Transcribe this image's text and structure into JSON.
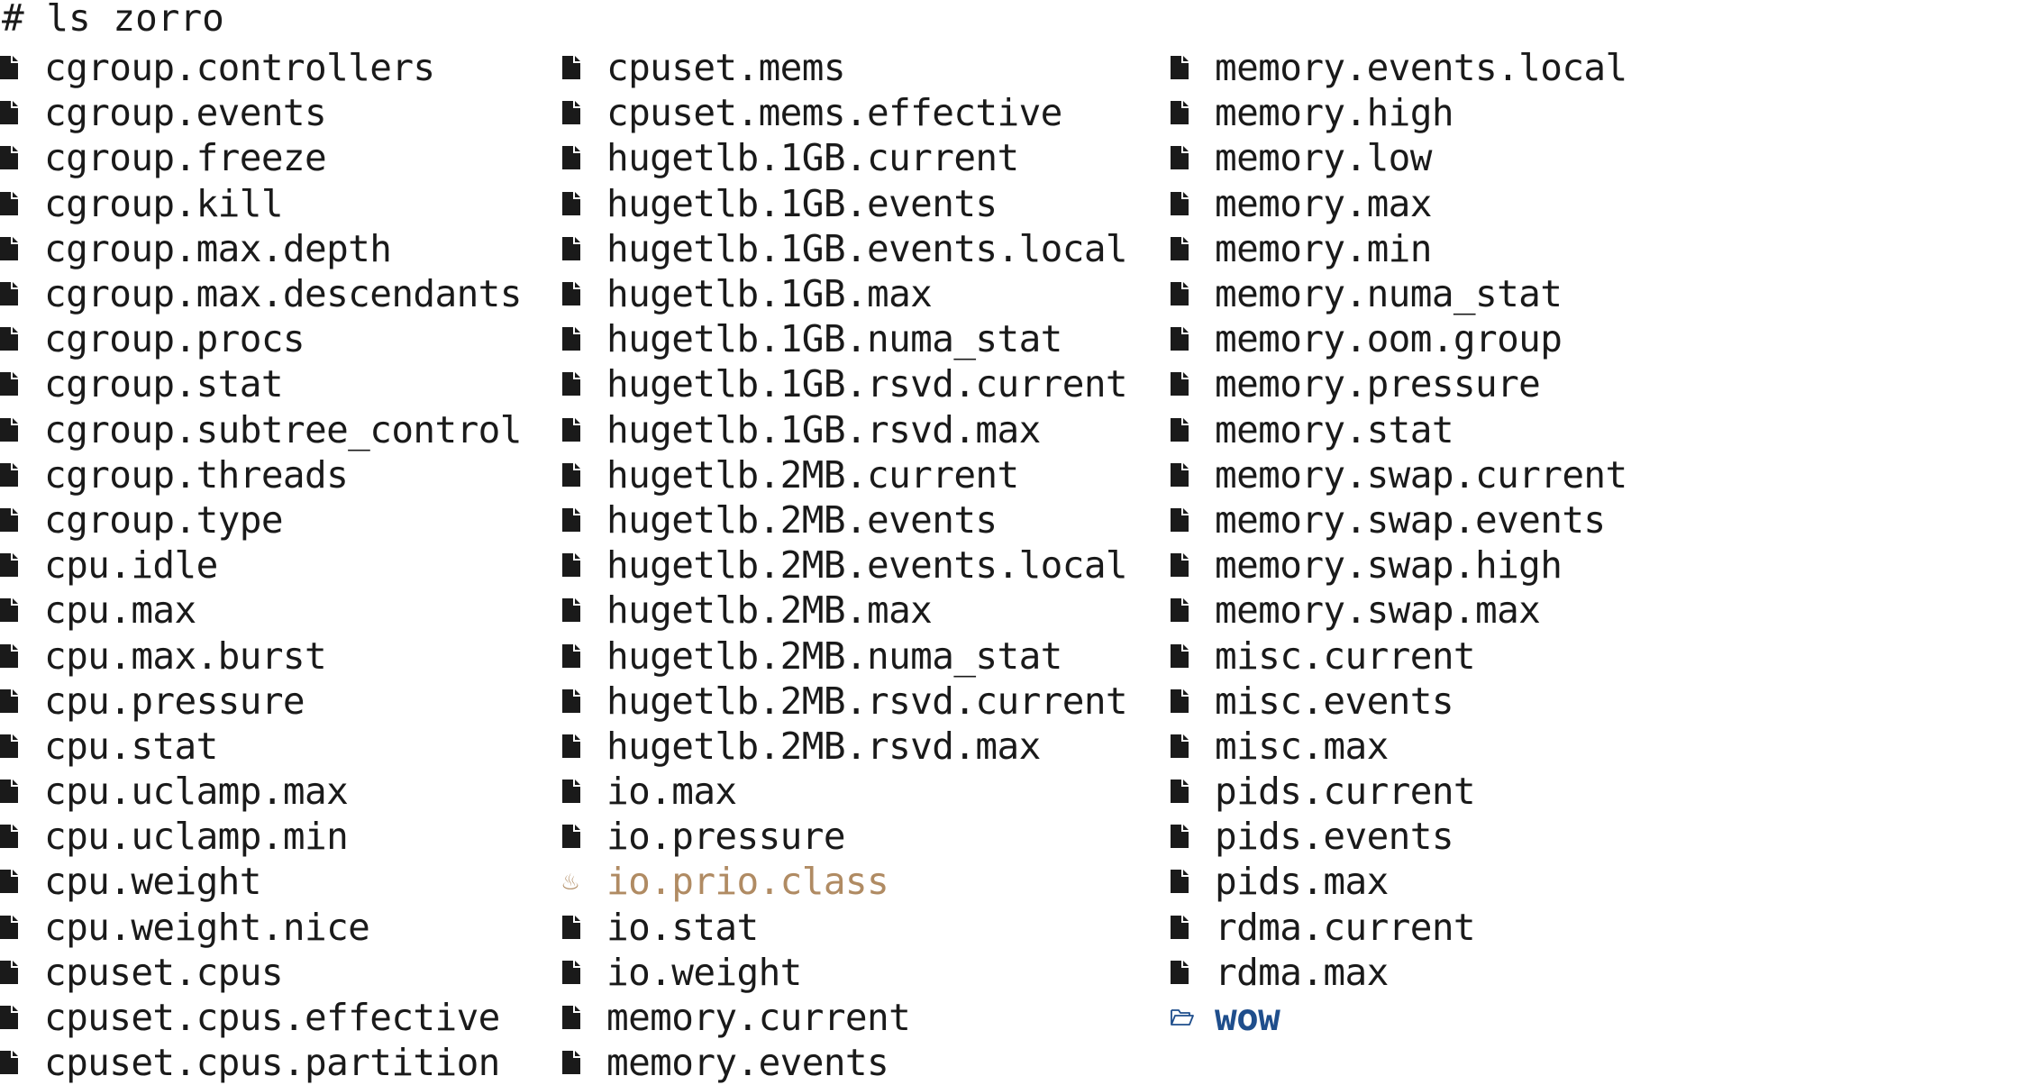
{
  "terminal": {
    "prompt": "#",
    "command": "ls zorro"
  },
  "listing": {
    "columns": [
      [
        {
          "name": "cgroup.controllers",
          "type": "file",
          "icon": "file-icon"
        },
        {
          "name": "cgroup.events",
          "type": "file",
          "icon": "file-icon"
        },
        {
          "name": "cgroup.freeze",
          "type": "file",
          "icon": "file-icon"
        },
        {
          "name": "cgroup.kill",
          "type": "file",
          "icon": "file-icon"
        },
        {
          "name": "cgroup.max.depth",
          "type": "file",
          "icon": "file-icon"
        },
        {
          "name": "cgroup.max.descendants",
          "type": "file",
          "icon": "file-icon"
        },
        {
          "name": "cgroup.procs",
          "type": "file",
          "icon": "file-icon"
        },
        {
          "name": "cgroup.stat",
          "type": "file",
          "icon": "file-icon"
        },
        {
          "name": "cgroup.subtree_control",
          "type": "file",
          "icon": "file-icon"
        },
        {
          "name": "cgroup.threads",
          "type": "file",
          "icon": "file-icon"
        },
        {
          "name": "cgroup.type",
          "type": "file",
          "icon": "file-icon"
        },
        {
          "name": "cpu.idle",
          "type": "file",
          "icon": "file-icon"
        },
        {
          "name": "cpu.max",
          "type": "file",
          "icon": "file-icon"
        },
        {
          "name": "cpu.max.burst",
          "type": "file",
          "icon": "file-icon"
        },
        {
          "name": "cpu.pressure",
          "type": "file",
          "icon": "file-icon"
        },
        {
          "name": "cpu.stat",
          "type": "file",
          "icon": "file-icon"
        },
        {
          "name": "cpu.uclamp.max",
          "type": "file",
          "icon": "file-icon"
        },
        {
          "name": "cpu.uclamp.min",
          "type": "file",
          "icon": "file-icon"
        },
        {
          "name": "cpu.weight",
          "type": "file",
          "icon": "file-icon"
        },
        {
          "name": "cpu.weight.nice",
          "type": "file",
          "icon": "file-icon"
        },
        {
          "name": "cpuset.cpus",
          "type": "file",
          "icon": "file-icon"
        },
        {
          "name": "cpuset.cpus.effective",
          "type": "file",
          "icon": "file-icon"
        },
        {
          "name": "cpuset.cpus.partition",
          "type": "file",
          "icon": "file-icon"
        }
      ],
      [
        {
          "name": "cpuset.mems",
          "type": "file",
          "icon": "file-icon"
        },
        {
          "name": "cpuset.mems.effective",
          "type": "file",
          "icon": "file-icon"
        },
        {
          "name": "hugetlb.1GB.current",
          "type": "file",
          "icon": "file-icon"
        },
        {
          "name": "hugetlb.1GB.events",
          "type": "file",
          "icon": "file-icon"
        },
        {
          "name": "hugetlb.1GB.events.local",
          "type": "file",
          "icon": "file-icon"
        },
        {
          "name": "hugetlb.1GB.max",
          "type": "file",
          "icon": "file-icon"
        },
        {
          "name": "hugetlb.1GB.numa_stat",
          "type": "file",
          "icon": "file-icon"
        },
        {
          "name": "hugetlb.1GB.rsvd.current",
          "type": "file",
          "icon": "file-icon"
        },
        {
          "name": "hugetlb.1GB.rsvd.max",
          "type": "file",
          "icon": "file-icon"
        },
        {
          "name": "hugetlb.2MB.current",
          "type": "file",
          "icon": "file-icon"
        },
        {
          "name": "hugetlb.2MB.events",
          "type": "file",
          "icon": "file-icon"
        },
        {
          "name": "hugetlb.2MB.events.local",
          "type": "file",
          "icon": "file-icon"
        },
        {
          "name": "hugetlb.2MB.max",
          "type": "file",
          "icon": "file-icon"
        },
        {
          "name": "hugetlb.2MB.numa_stat",
          "type": "file",
          "icon": "file-icon"
        },
        {
          "name": "hugetlb.2MB.rsvd.current",
          "type": "file",
          "icon": "file-icon"
        },
        {
          "name": "hugetlb.2MB.rsvd.max",
          "type": "file",
          "icon": "file-icon"
        },
        {
          "name": "io.max",
          "type": "file",
          "icon": "file-icon"
        },
        {
          "name": "io.pressure",
          "type": "file",
          "icon": "file-icon"
        },
        {
          "name": "io.prio.class",
          "type": "special",
          "icon": "coffee-cup-icon"
        },
        {
          "name": "io.stat",
          "type": "file",
          "icon": "file-icon"
        },
        {
          "name": "io.weight",
          "type": "file",
          "icon": "file-icon"
        },
        {
          "name": "memory.current",
          "type": "file",
          "icon": "file-icon"
        },
        {
          "name": "memory.events",
          "type": "file",
          "icon": "file-icon"
        }
      ],
      [
        {
          "name": "memory.events.local",
          "type": "file",
          "icon": "file-icon"
        },
        {
          "name": "memory.high",
          "type": "file",
          "icon": "file-icon"
        },
        {
          "name": "memory.low",
          "type": "file",
          "icon": "file-icon"
        },
        {
          "name": "memory.max",
          "type": "file",
          "icon": "file-icon"
        },
        {
          "name": "memory.min",
          "type": "file",
          "icon": "file-icon"
        },
        {
          "name": "memory.numa_stat",
          "type": "file",
          "icon": "file-icon"
        },
        {
          "name": "memory.oom.group",
          "type": "file",
          "icon": "file-icon"
        },
        {
          "name": "memory.pressure",
          "type": "file",
          "icon": "file-icon"
        },
        {
          "name": "memory.stat",
          "type": "file",
          "icon": "file-icon"
        },
        {
          "name": "memory.swap.current",
          "type": "file",
          "icon": "file-icon"
        },
        {
          "name": "memory.swap.events",
          "type": "file",
          "icon": "file-icon"
        },
        {
          "name": "memory.swap.high",
          "type": "file",
          "icon": "file-icon"
        },
        {
          "name": "memory.swap.max",
          "type": "file",
          "icon": "file-icon"
        },
        {
          "name": "misc.current",
          "type": "file",
          "icon": "file-icon"
        },
        {
          "name": "misc.events",
          "type": "file",
          "icon": "file-icon"
        },
        {
          "name": "misc.max",
          "type": "file",
          "icon": "file-icon"
        },
        {
          "name": "pids.current",
          "type": "file",
          "icon": "file-icon"
        },
        {
          "name": "pids.events",
          "type": "file",
          "icon": "file-icon"
        },
        {
          "name": "pids.max",
          "type": "file",
          "icon": "file-icon"
        },
        {
          "name": "rdma.current",
          "type": "file",
          "icon": "file-icon"
        },
        {
          "name": "rdma.max",
          "type": "file",
          "icon": "file-icon"
        },
        {
          "name": "wow",
          "type": "dir",
          "icon": "folder-icon"
        }
      ]
    ]
  },
  "colors": {
    "text": "#1a1a1a",
    "background": "#ffffff",
    "special_file": "#b08b63",
    "directory": "#1f4e8c"
  }
}
